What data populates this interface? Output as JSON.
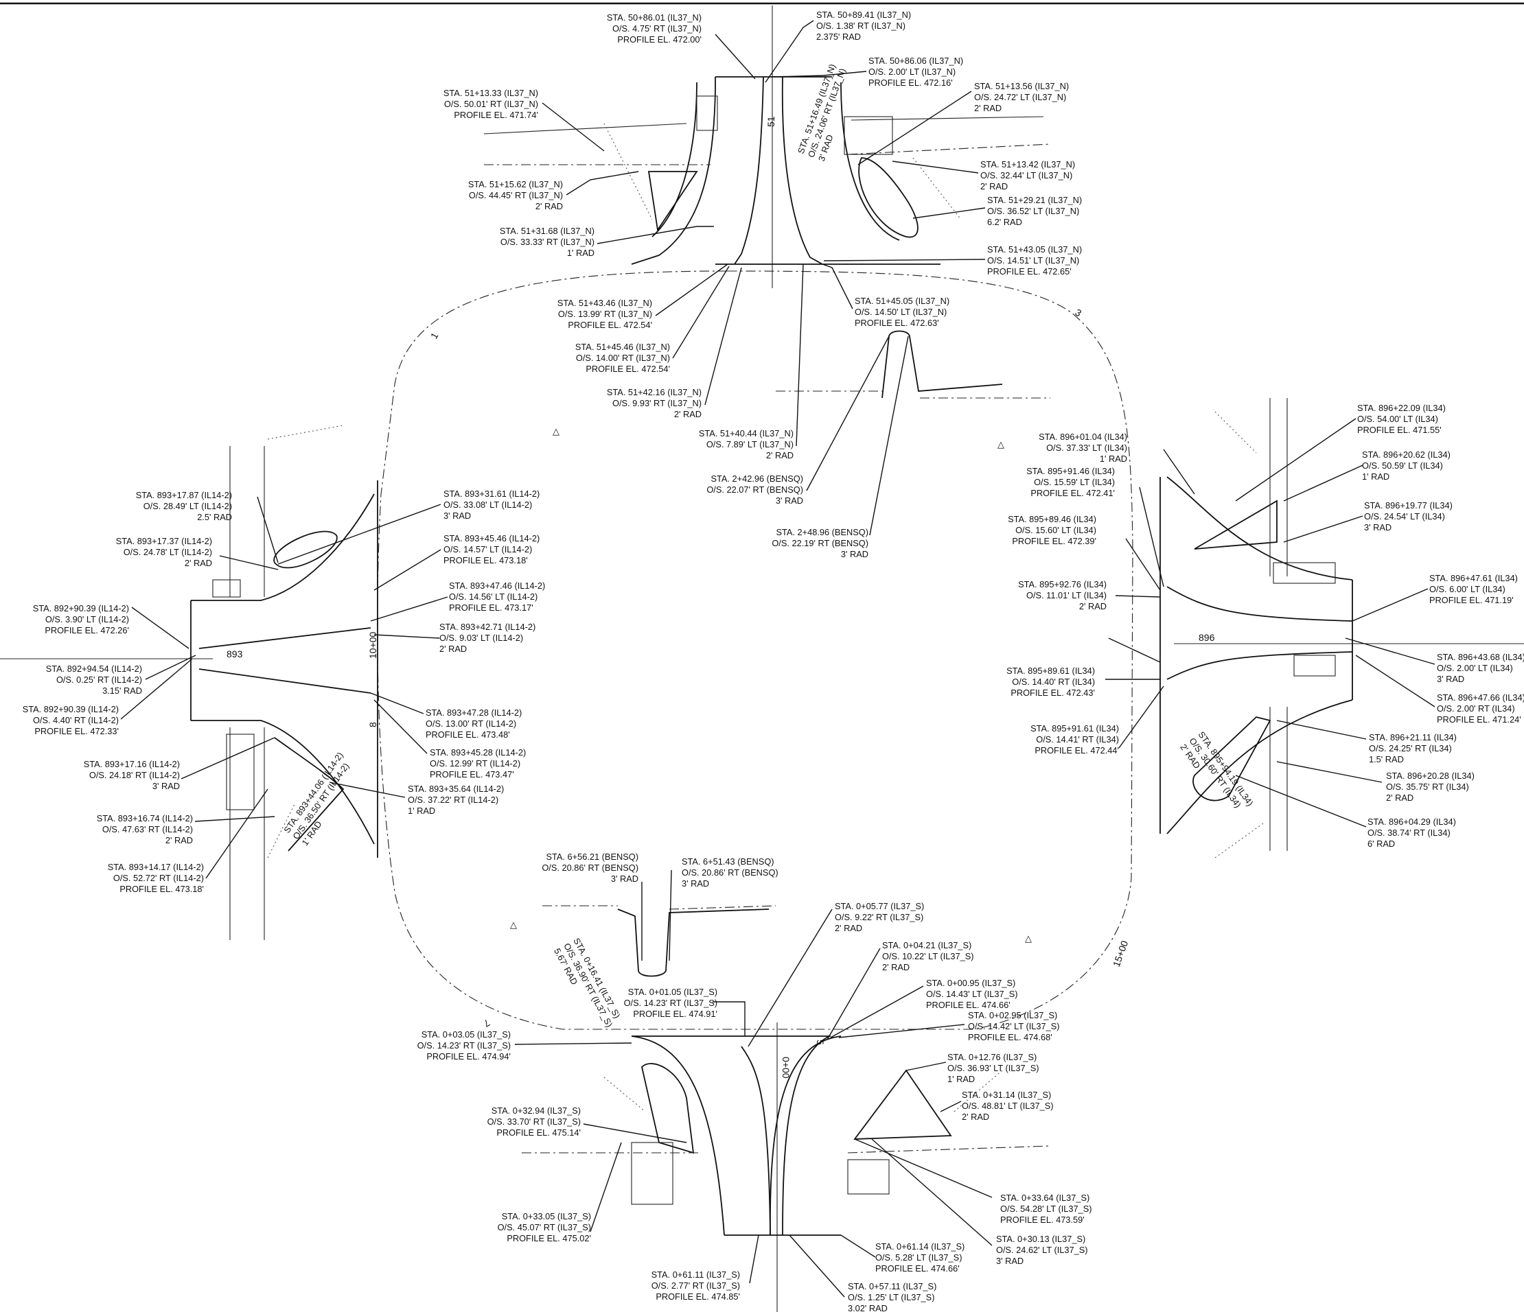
{
  "callouts": [
    {
      "id": "n1",
      "lines": [
        "STA. 50+86.01 (IL37_N)",
        "O/S. 4.75' RT (IL37_N)",
        "PROFILE EL. 472.00'"
      ]
    },
    {
      "id": "n2",
      "lines": [
        "STA. 50+89.41 (IL37_N)",
        "O/S. 1.38' RT (IL37_N)",
        "2.375' RAD"
      ]
    },
    {
      "id": "n3",
      "lines": [
        "STA. 50+86.06 (IL37_N)",
        "O/S. 2.00' LT (IL37_N)",
        "PROFILE EL. 472.16'"
      ]
    },
    {
      "id": "n4",
      "lines": [
        "STA. 51+13.33 (IL37_N)",
        "O/S. 50.01' RT (IL37_N)",
        "PROFILE EL. 471.74'"
      ]
    },
    {
      "id": "n5",
      "lines": [
        "STA. 51+13.56 (IL37_N)",
        "O/S. 24.72' LT (IL37_N)",
        "2' RAD"
      ]
    },
    {
      "id": "n6",
      "lines": [
        "STA. 51+13.42 (IL37_N)",
        "O/S. 32.44' LT (IL37_N)",
        "2' RAD"
      ]
    },
    {
      "id": "n7",
      "lines": [
        "STA. 51+15.62 (IL37_N)",
        "O/S. 44.45' RT (IL37_N)",
        "2' RAD"
      ]
    },
    {
      "id": "n8",
      "lines": [
        "STA. 51+29.21 (IL37_N)",
        "O/S. 36.52' LT (IL37_N)",
        "6.2' RAD"
      ]
    },
    {
      "id": "n9",
      "lines": [
        "STA. 51+31.68 (IL37_N)",
        "O/S. 33.33' RT (IL37_N)",
        "1' RAD"
      ]
    },
    {
      "id": "n10",
      "lines": [
        "STA. 51+43.05 (IL37_N)",
        "O/S. 14.51' LT (IL37_N)",
        "PROFILE EL. 472.65'"
      ]
    },
    {
      "id": "n11",
      "lines": [
        "STA. 51+43.46 (IL37_N)",
        "O/S. 13.99' RT (IL37_N)",
        "PROFILE EL. 472.54'"
      ]
    },
    {
      "id": "n12",
      "lines": [
        "STA. 51+45.05 (IL37_N)",
        "O/S. 14.50' LT (IL37_N)",
        "PROFILE EL. 472.63'"
      ]
    },
    {
      "id": "n13",
      "lines": [
        "STA. 51+45.46 (IL37_N)",
        "O/S. 14.00' RT (IL37_N)",
        "PROFILE EL. 472.54'"
      ]
    },
    {
      "id": "n14",
      "lines": [
        "STA. 51+42.16 (IL37_N)",
        "O/S. 9.93' RT (IL37_N)",
        "2' RAD"
      ]
    },
    {
      "id": "n15",
      "lines": [
        "STA. 51+40.44 (IL37_N)",
        "O/S. 7.89' LT (IL37_N)",
        "2' RAD"
      ]
    },
    {
      "id": "b1",
      "lines": [
        "STA. 2+42.96 (BENSQ)",
        "O/S. 22.07' RT (BENSQ)",
        "3' RAD"
      ]
    },
    {
      "id": "b2",
      "lines": [
        "STA. 2+48.96 (BENSQ)",
        "O/S. 22.19' RT (BENSQ)",
        "3' RAD"
      ]
    },
    {
      "id": "e1",
      "lines": [
        "STA. 896+22.09 (IL34)",
        "O/S. 54.00' LT (IL34)",
        "PROFILE EL. 471.55'"
      ]
    },
    {
      "id": "e2",
      "lines": [
        "STA. 896+01.04 (IL34)",
        "O/S. 37.33' LT (IL34)",
        "1' RAD"
      ]
    },
    {
      "id": "e3",
      "lines": [
        "STA. 896+20.62 (IL34)",
        "O/S. 50.59' LT (IL34)",
        "1' RAD"
      ]
    },
    {
      "id": "e4",
      "lines": [
        "STA. 895+91.46 (IL34)",
        "O/S. 15.59' LT (IL34)",
        "PROFILE EL. 472.41'"
      ]
    },
    {
      "id": "e5",
      "lines": [
        "STA. 896+19.77 (IL34)",
        "O/S. 24.54' LT (IL34)",
        "3' RAD"
      ]
    },
    {
      "id": "e6",
      "lines": [
        "STA. 895+89.46 (IL34)",
        "O/S. 15.60' LT (IL34)",
        "PROFILE EL. 472.39'"
      ]
    },
    {
      "id": "e7",
      "lines": [
        "STA. 896+47.61 (IL34)",
        "O/S. 6.00' LT (IL34)",
        "PROFILE EL. 471.19'"
      ]
    },
    {
      "id": "e8",
      "lines": [
        "STA. 895+92.76 (IL34)",
        "O/S. 11.01' LT (IL34)",
        "2' RAD"
      ]
    },
    {
      "id": "e9",
      "lines": [
        "STA. 896+43.68 (IL34)",
        "O/S. 2.00' LT (IL34)",
        "3' RAD"
      ]
    },
    {
      "id": "e10",
      "lines": [
        "STA. 895+89.61 (IL34)",
        "O/S. 14.40' RT (IL34)",
        "PROFILE EL. 472.43'"
      ]
    },
    {
      "id": "e11",
      "lines": [
        "STA. 896+47.66 (IL34)",
        "O/S. 2.00' RT (IL34)",
        "PROFILE EL. 471.24'"
      ]
    },
    {
      "id": "e12",
      "lines": [
        "STA. 895+91.61 (IL34)",
        "O/S. 14.41' RT (IL34)",
        "PROFILE EL. 472.44'"
      ]
    },
    {
      "id": "e13",
      "lines": [
        "STA. 896+21.11 (IL34)",
        "O/S. 24.25' RT (IL34)",
        "1.5' RAD"
      ]
    },
    {
      "id": "e14",
      "lines": [
        "STA. 896+20.28 (IL34)",
        "O/S. 35.75' RT (IL34)",
        "2' RAD"
      ]
    },
    {
      "id": "e15",
      "lines": [
        "STA. 896+04.29 (IL34)",
        "O/S. 38.74' RT (IL34)",
        "6' RAD"
      ]
    },
    {
      "id": "w1",
      "lines": [
        "STA. 893+17.87 (IL14-2)",
        "O/S. 28.49' LT (IL14-2)",
        "2.5' RAD"
      ]
    },
    {
      "id": "w2",
      "lines": [
        "STA. 893+31.61 (IL14-2)",
        "O/S. 33.08' LT (IL14-2)",
        "3' RAD"
      ]
    },
    {
      "id": "w3",
      "lines": [
        "STA. 893+17.37 (IL14-2)",
        "O/S. 24.78' LT (IL14-2)",
        "2' RAD"
      ]
    },
    {
      "id": "w4",
      "lines": [
        "STA. 893+45.46 (IL14-2)",
        "O/S. 14.57' LT (IL14-2)",
        "PROFILE EL. 473.18'"
      ]
    },
    {
      "id": "w5",
      "lines": [
        "STA. 893+47.46 (IL14-2)",
        "O/S. 14.56' LT (IL14-2)",
        "PROFILE EL. 473.17'"
      ]
    },
    {
      "id": "w6",
      "lines": [
        "STA. 892+90.39 (IL14-2)",
        "O/S. 3.90' LT (IL14-2)",
        "PROFILE EL. 472.26'"
      ]
    },
    {
      "id": "w7",
      "lines": [
        "STA. 893+42.71 (IL14-2)",
        "O/S. 9.03' LT (IL14-2)",
        "2' RAD"
      ]
    },
    {
      "id": "w8",
      "lines": [
        "STA. 892+94.54 (IL14-2)",
        "O/S. 0.25' RT (IL14-2)",
        "3.15' RAD"
      ]
    },
    {
      "id": "w9",
      "lines": [
        "STA. 892+90.39 (IL14-2)",
        "O/S. 4.40' RT (IL14-2)",
        "PROFILE EL. 472.33'"
      ]
    },
    {
      "id": "w10",
      "lines": [
        "STA. 893+47.28 (IL14-2)",
        "O/S. 13.00' RT (IL14-2)",
        "PROFILE EL. 473.48'"
      ]
    },
    {
      "id": "w11",
      "lines": [
        "STA. 893+17.16 (IL14-2)",
        "O/S. 24.18' RT (IL14-2)",
        "3' RAD"
      ]
    },
    {
      "id": "w12",
      "lines": [
        "STA. 893+45.28 (IL14-2)",
        "O/S. 12.99' RT (IL14-2)",
        "PROFILE EL. 473.47'"
      ]
    },
    {
      "id": "w13",
      "lines": [
        "STA. 893+35.64 (IL14-2)",
        "O/S. 37.22' RT (IL14-2)",
        "1' RAD"
      ]
    },
    {
      "id": "w14",
      "lines": [
        "STA. 893+16.74 (IL14-2)",
        "O/S. 47.63' RT (IL14-2)",
        "2' RAD"
      ]
    },
    {
      "id": "w15",
      "lines": [
        "STA. 893+14.17 (IL14-2)",
        "O/S. 52.72' RT (IL14-2)",
        "PROFILE EL. 473.18'"
      ]
    },
    {
      "id": "b3",
      "lines": [
        "STA. 6+56.21 (BENSQ)",
        "O/S. 20.86' RT (BENSQ)",
        "3' RAD"
      ]
    },
    {
      "id": "b4",
      "lines": [
        "STA. 6+51.43 (BENSQ)",
        "O/S. 20.86' RT (BENSQ)",
        "3' RAD"
      ]
    },
    {
      "id": "s1",
      "lines": [
        "STA. 0+05.77 (IL37_S)",
        "O/S. 9.22' RT (IL37_S)",
        "2' RAD"
      ]
    },
    {
      "id": "s2",
      "lines": [
        "STA. 0+04.21 (IL37_S)",
        "O/S. 10.22' LT (IL37_S)",
        "2' RAD"
      ]
    },
    {
      "id": "s3",
      "lines": [
        "STA. 0+00.95 (IL37_S)",
        "O/S. 14.43' LT (IL37_S)",
        "PROFILE EL. 474.66'"
      ]
    },
    {
      "id": "s4",
      "lines": [
        "STA. 0+01.05 (IL37_S)",
        "O/S. 14.23' RT (IL37_S)",
        "PROFILE EL. 474.91'"
      ]
    },
    {
      "id": "s5",
      "lines": [
        "STA. 0+02.95 (IL37_S)",
        "O/S. 14.42' LT (IL37_S)",
        "PROFILE EL. 474.68'"
      ]
    },
    {
      "id": "s6",
      "lines": [
        "STA. 0+03.05 (IL37_S)",
        "O/S. 14.23' RT (IL37_S)",
        "PROFILE EL. 474.94'"
      ]
    },
    {
      "id": "s7",
      "lines": [
        "STA. 0+12.76 (IL37_S)",
        "O/S. 36.93' LT (IL37_S)",
        "1' RAD"
      ]
    },
    {
      "id": "s8",
      "lines": [
        "STA. 0+31.14 (IL37_S)",
        "O/S. 48.81' LT (IL37_S)",
        "2' RAD"
      ]
    },
    {
      "id": "s9",
      "lines": [
        "STA. 0+32.94 (IL37_S)",
        "O/S. 33.70' RT (IL37_S)",
        "PROFILE EL. 475.14'"
      ]
    },
    {
      "id": "s10",
      "lines": [
        "STA. 0+33.64 (IL37_S)",
        "O/S. 54.28' LT (IL37_S)",
        "PROFILE EL. 473.59'"
      ]
    },
    {
      "id": "s11",
      "lines": [
        "STA. 0+33.05 (IL37_S)",
        "O/S. 45.07' RT (IL37_S)",
        "PROFILE EL. 475.02'"
      ]
    },
    {
      "id": "s12",
      "lines": [
        "STA. 0+30.13 (IL37_S)",
        "O/S. 24.62' LT (IL37_S)",
        "3' RAD"
      ]
    },
    {
      "id": "s13",
      "lines": [
        "STA. 0+61.14 (IL37_S)",
        "O/S. 5.28' LT (IL37_S)",
        "PROFILE EL. 474.66'"
      ]
    },
    {
      "id": "s14",
      "lines": [
        "STA. 0+61.11 (IL37_S)",
        "O/S. 2.77' RT (IL37_S)",
        "PROFILE EL. 474.85'"
      ]
    },
    {
      "id": "s15",
      "lines": [
        "STA. 0+57.11 (IL37_S)",
        "O/S. 1.25' LT (IL37_S)",
        "3.02' RAD"
      ]
    }
  ],
  "rotated_labels": [
    {
      "id": "r1",
      "lines": [
        "STA. 51+16.49 (IL37_N)",
        "O/S. 24.06' RT (IL37_N)",
        "3' RAD"
      ]
    },
    {
      "id": "r2",
      "lines": [
        "STA. 893+44.06 (IL14-2)",
        "O/S. 36.50' RT (IL14-2)",
        "1' RAD"
      ]
    },
    {
      "id": "r3",
      "lines": [
        "STA. 895+94.19 (IL34)",
        "O/S. 30.60' RT (IL34)",
        "2' RAD"
      ]
    },
    {
      "id": "r4",
      "lines": [
        "STA. 0+16.41 (IL37_S)",
        "O/S. 36.90' RT (IL37_S)",
        "5.67' RAD"
      ]
    }
  ],
  "station_marks": {
    "north_51": "51",
    "west_893": "893",
    "west_10_00": "10+00",
    "west_8": "8",
    "east_896": "896",
    "south_0_00": "0+00",
    "south_15_00": "15+00",
    "south_5": "5",
    "arc_1": "1",
    "arc_3": "3",
    "arc_7": "7"
  }
}
